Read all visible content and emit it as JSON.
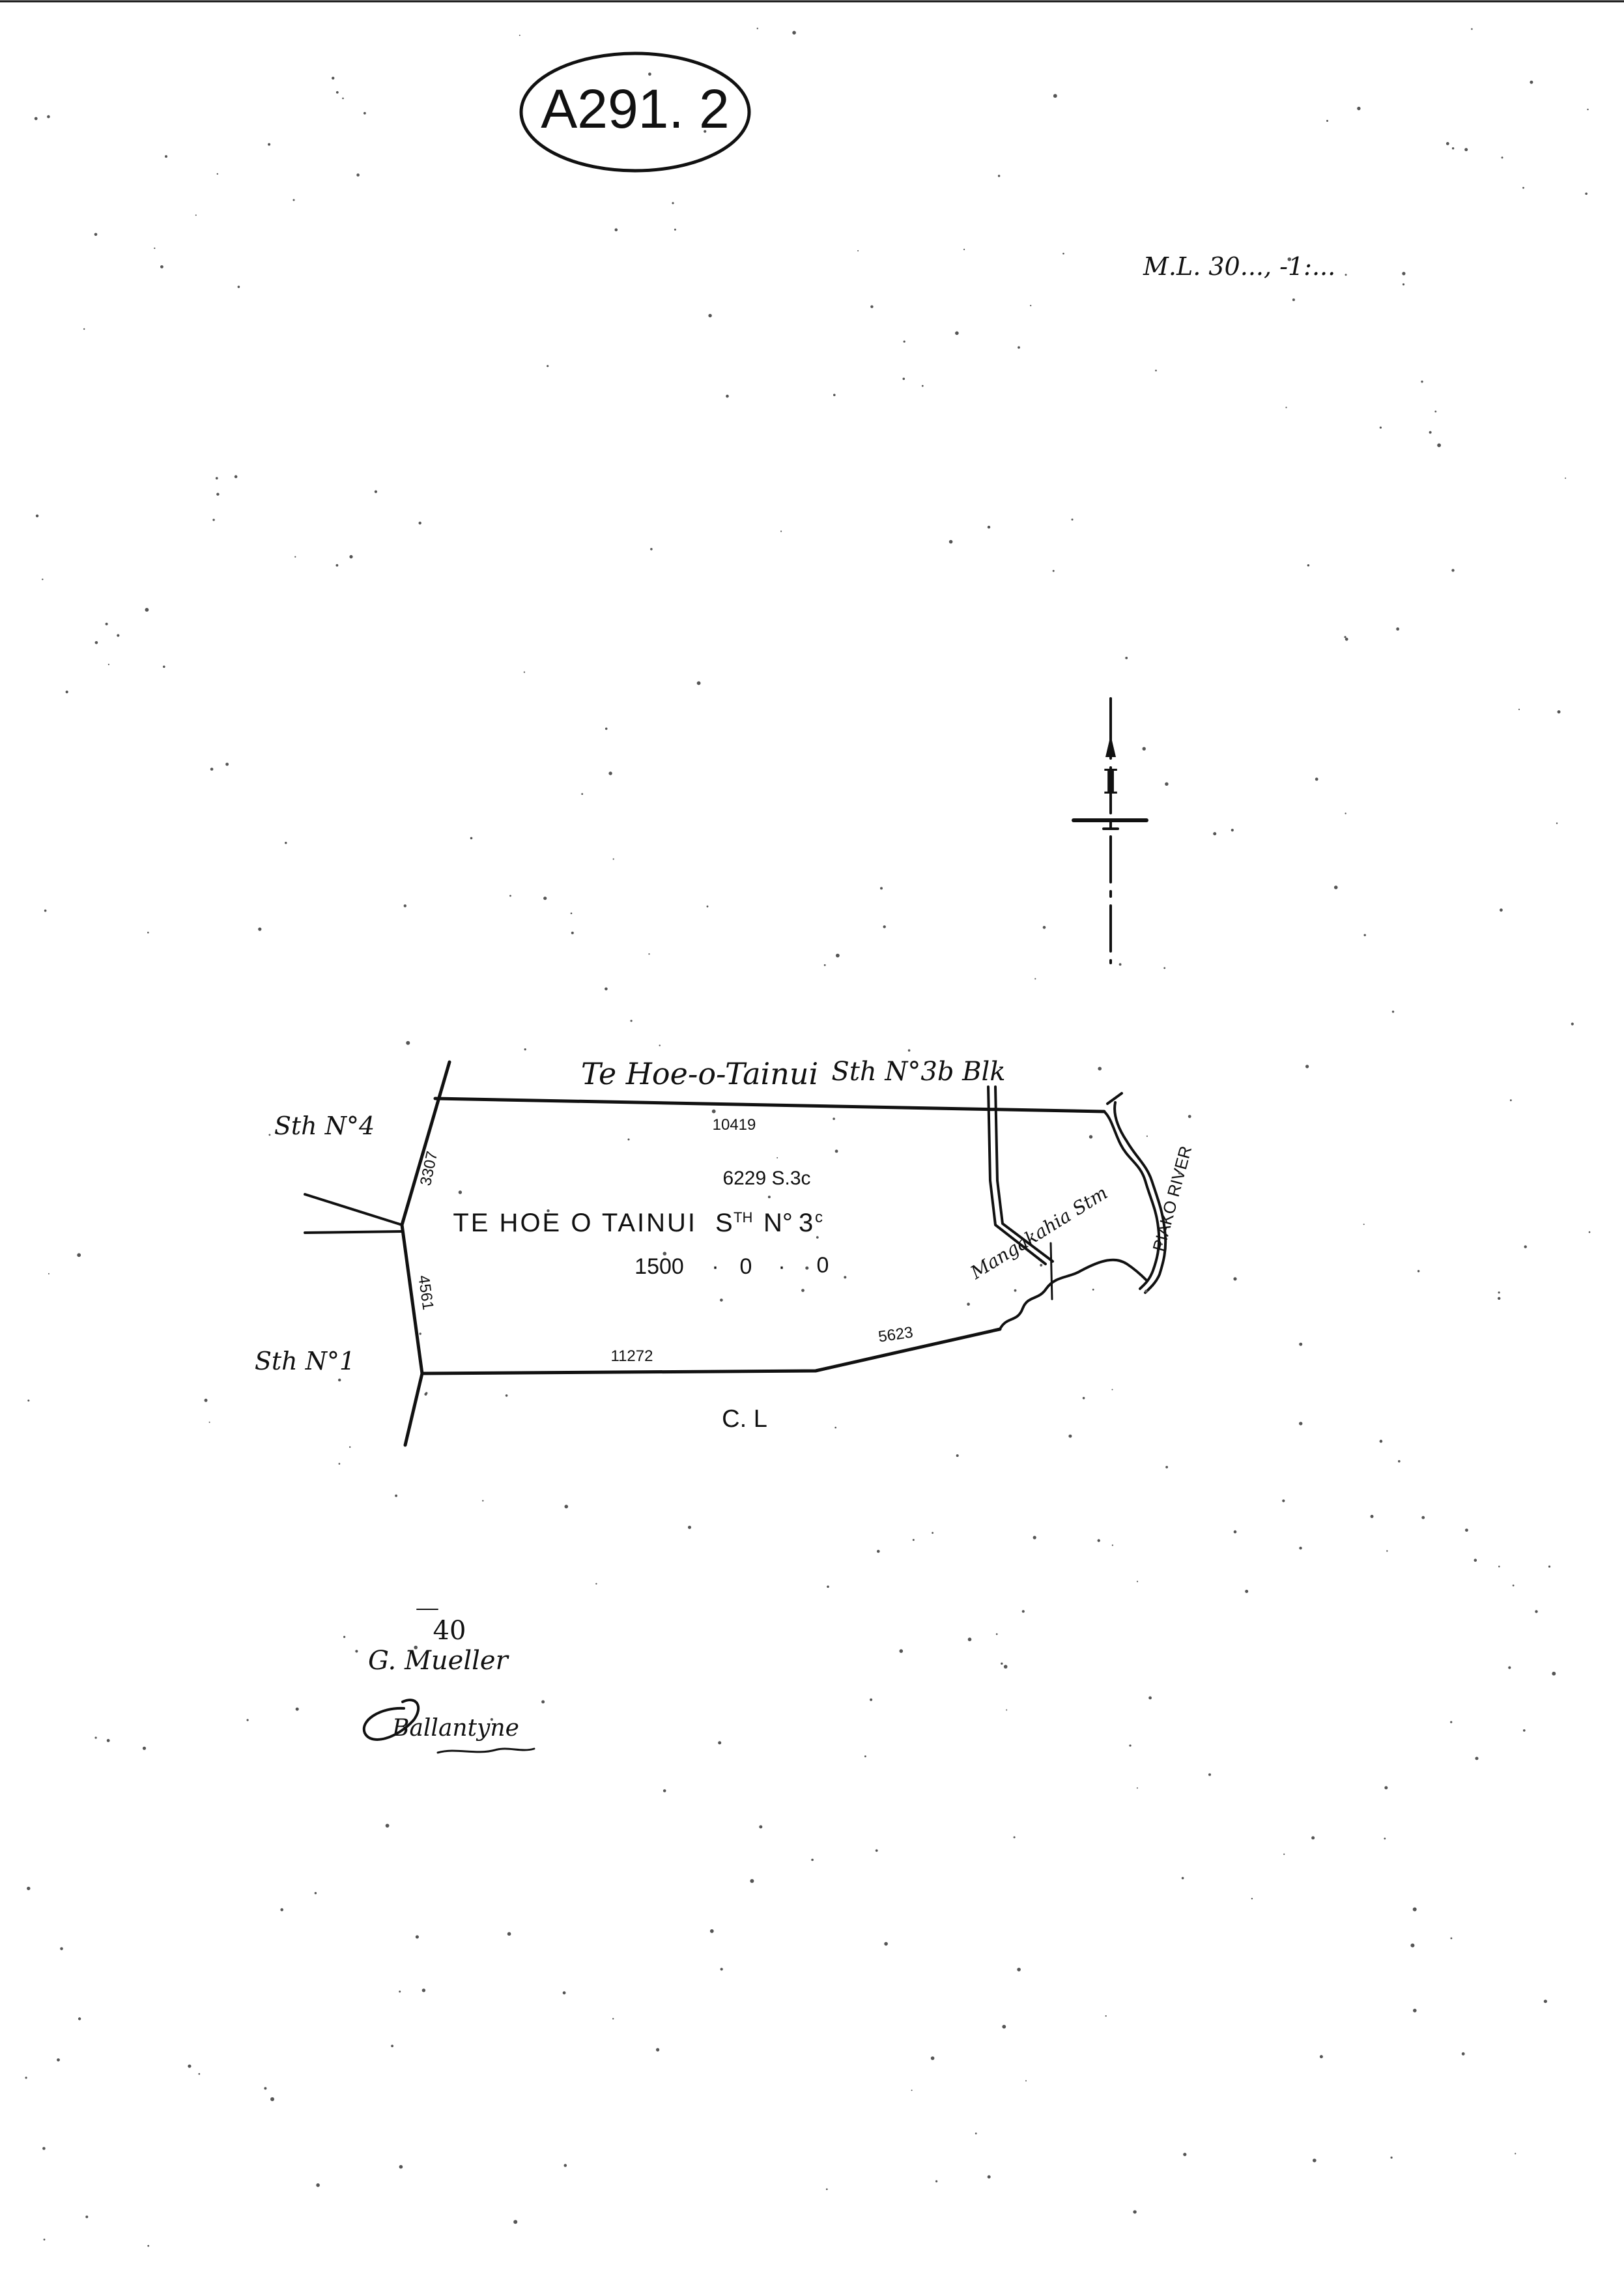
{
  "sheet": {
    "reference_number": "A291. 2",
    "file_reference": "M.L. 30..., -1:..."
  },
  "plan": {
    "block_title": "TE HOE O TAINUI",
    "block_section_superscript": "TH",
    "block_number": "3",
    "block_number_suffix": "c",
    "block_prefix": "S",
    "block_no_label": "N°",
    "plan_reference": "6229 S.3c",
    "area": {
      "acres": "1500",
      "roods": "0",
      "perches": "0"
    },
    "adjoining": {
      "north_name": "Te Hoe-o-Tainui",
      "north_section": "Sth N°3b Blk",
      "west_upper": "Sth N°4",
      "west_lower": "Sth N°1",
      "south": "C. L"
    },
    "boundary_lengths": {
      "north": "10419",
      "west_upper": "3307",
      "west_lower": "4561",
      "south_west": "11272",
      "south_east": "5623"
    },
    "water_features": {
      "stream": "Mangakahia Stm",
      "river": "PIAKO RIVER"
    },
    "north_arrow_label": "I"
  },
  "signatures": {
    "sheet_number": "40",
    "surveyor": "G. Mueller",
    "approver": "Ballantyne"
  }
}
